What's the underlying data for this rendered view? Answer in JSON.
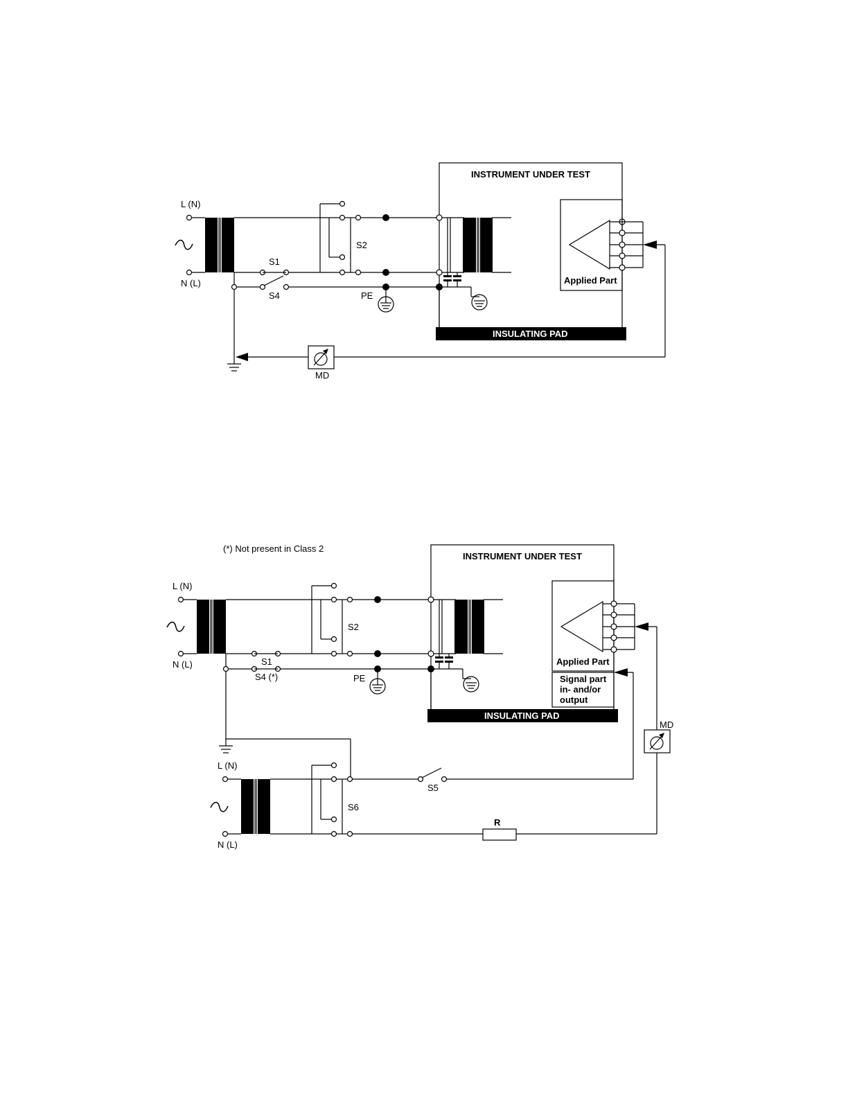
{
  "top_diagram": {
    "line_top": "L (N)",
    "line_bottom": "N (L)",
    "ac_symbol": "~",
    "switch_s1": "S1",
    "switch_s2": "S2",
    "switch_s4": "S4",
    "pe": "PE",
    "instrument": "INSTRUMENT UNDER TEST",
    "applied_part": "Applied Part",
    "pad": "INSULATING PAD",
    "md": "MD"
  },
  "bottom_diagram": {
    "note": "(*) Not present in Class 2",
    "line_top": "L (N)",
    "line_bottom": "N (L)",
    "ac_symbol": "~",
    "switch_s1": "S1",
    "switch_s2": "S2",
    "switch_s4": "S4 (*)",
    "pe": "PE",
    "instrument": "INSTRUMENT UNDER TEST",
    "applied_part": "Applied Part",
    "signal_part_1": "Signal part",
    "signal_part_2": "in- and/or",
    "signal_part_3": "output",
    "pad": "INSULATING PAD",
    "md": "MD",
    "line2_top": "L (N)",
    "line2_bottom": "N (L)",
    "ac_symbol_2": "~",
    "switch_s5": "S5",
    "switch_s6": "S6",
    "resistor": "R"
  }
}
